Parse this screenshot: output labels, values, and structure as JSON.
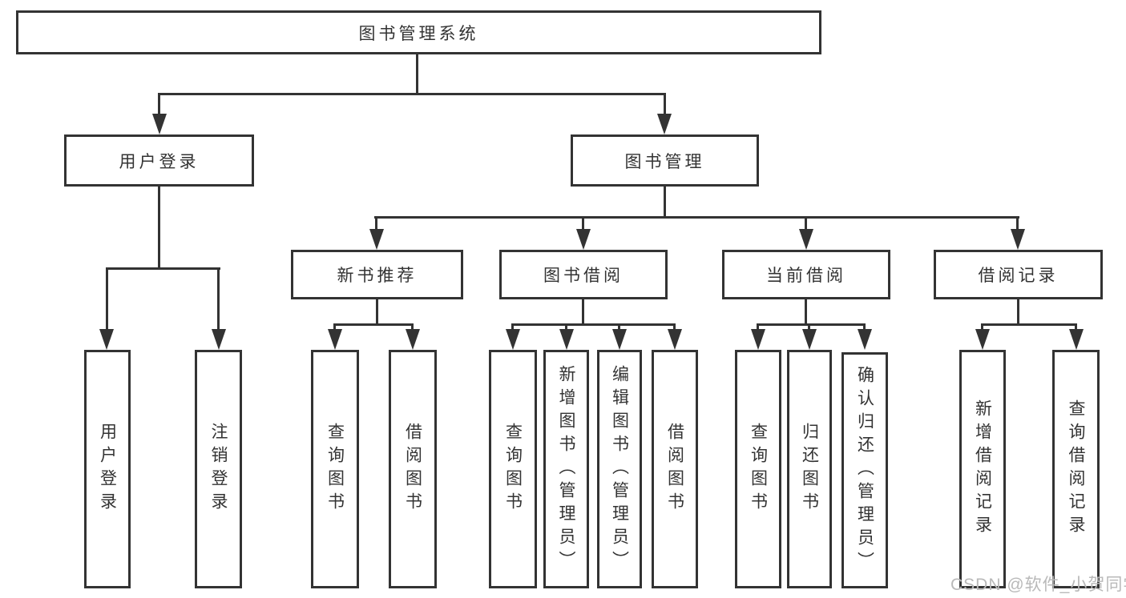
{
  "title": {
    "label": "图书管理系统"
  },
  "branches": [
    {
      "label": "用户登录",
      "children": [
        {
          "label": "用户登录"
        },
        {
          "label": "注销登录"
        }
      ]
    },
    {
      "label": "图书管理",
      "children": [
        {
          "label": "新书推荐",
          "children": [
            {
              "label": "查询图书"
            },
            {
              "label": "借阅图书"
            }
          ]
        },
        {
          "label": "图书借阅",
          "children": [
            {
              "label": "查询图书"
            },
            {
              "label": "新增图书（管理员）"
            },
            {
              "label": "编辑图书（管理员）"
            },
            {
              "label": "借阅图书"
            }
          ]
        },
        {
          "label": "当前借阅",
          "children": [
            {
              "label": "查询图书"
            },
            {
              "label": "归还图书"
            },
            {
              "label": "确认归还（管理员）"
            }
          ]
        },
        {
          "label": "借阅记录",
          "children": [
            {
              "label": "新增借阅记录"
            },
            {
              "label": "查询借阅记录"
            }
          ]
        }
      ]
    }
  ],
  "watermark": {
    "text": "CSDN @软件_小贺同学"
  },
  "colors": {
    "line": "#333333",
    "text": "#333333",
    "box_background": "#ffffff",
    "page_background": "#ffffff",
    "watermark": "#b9b9b9"
  }
}
